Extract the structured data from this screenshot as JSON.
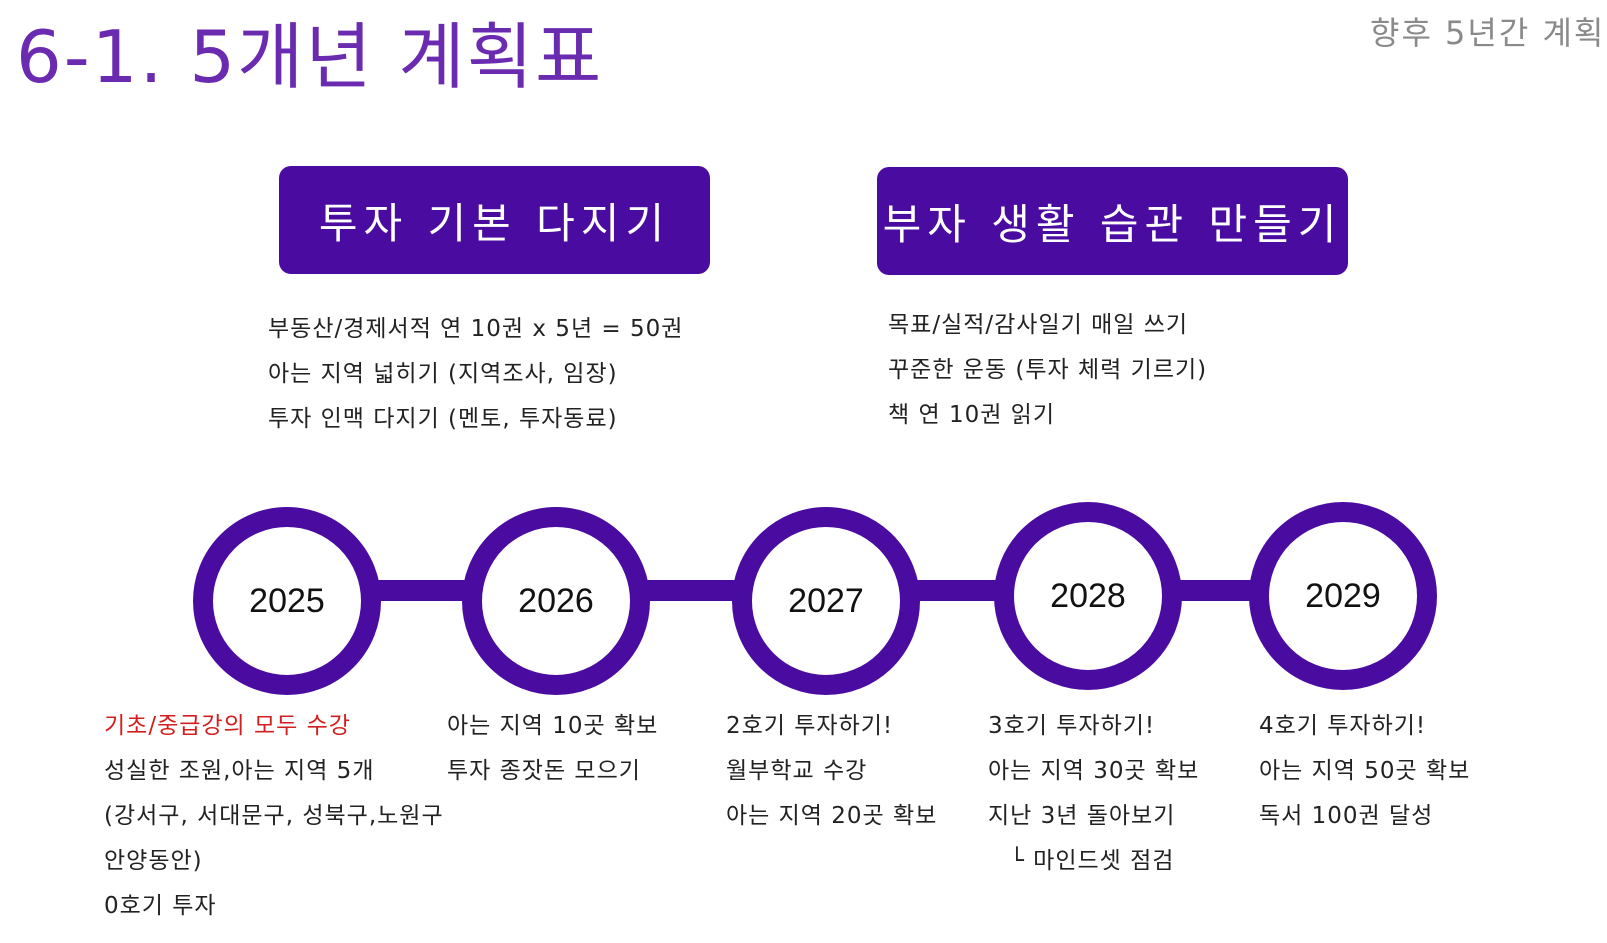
{
  "page": {
    "title": "6-1. 5개년 계획표",
    "subtitle": "향후 5년간 계획"
  },
  "goals": [
    {
      "title": "투자 기본 다지기",
      "items": [
        "부동산/경제서적 연 10권 x 5년 = 50권",
        "아는 지역 넓히기 (지역조사, 임장)",
        "투자 인맥 다지기 (멘토, 투자동료)"
      ]
    },
    {
      "title": "부자 생활 습관 만들기",
      "items": [
        "목표/실적/감사일기 매일 쓰기",
        "꾸준한 운동 (투자 체력 기르기)",
        "책 연 10권 읽기"
      ]
    }
  ],
  "timeline": [
    {
      "year": "2025",
      "items": [
        "기초/중급강의 모두 수강",
        "성실한 조원,아는 지역 5개",
        "(강서구, 서대문구, 성북구,노원구",
        "안양동안)",
        "0호기 투자"
      ],
      "highlight_index": 0
    },
    {
      "year": "2026",
      "items": [
        "아는 지역 10곳 확보",
        "투자 종잣돈 모으기"
      ]
    },
    {
      "year": "2027",
      "items": [
        "2호기 투자하기!",
        "월부학교 수강",
        "아는 지역 20곳 확보"
      ]
    },
    {
      "year": "2028",
      "items": [
        "3호기 투자하기!",
        "아는 지역 30곳 확보",
        "지난 3년 돌아보기",
        "└ 마인드셋 점검"
      ]
    },
    {
      "year": "2029",
      "items": [
        "4호기 투자하기!",
        "아는 지역 50곳 확보",
        "독서 100권 달성"
      ]
    }
  ],
  "colors": {
    "accent": "#4a0ca0",
    "title": "#6a2bb0",
    "highlight": "#d21f1f"
  }
}
